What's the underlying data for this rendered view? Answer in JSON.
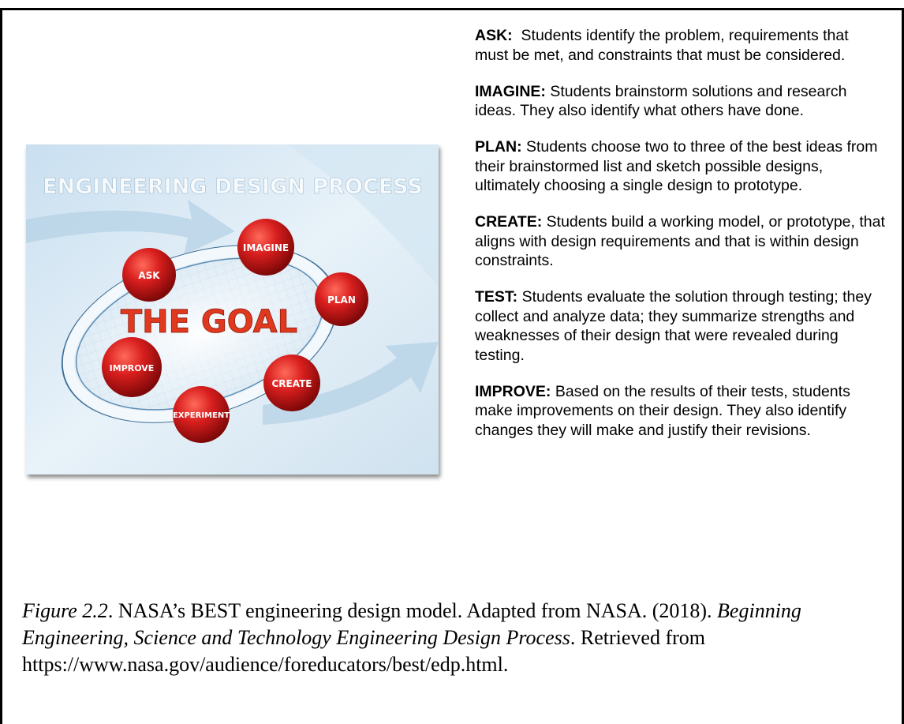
{
  "figure_image": {
    "title": "ENGINEERING DESIGN PROCESS",
    "center_label": "THE GOAL",
    "nodes": [
      "ASK",
      "IMAGINE",
      "PLAN",
      "CREATE",
      "EXPERIMENT",
      "IMPROVE"
    ],
    "colors": {
      "background": "#dbeaf4",
      "node_red": "#cc1a1a",
      "title_text": "#f4f8fb",
      "goal_text": "#e0391f"
    }
  },
  "steps": [
    {
      "term": "ASK:",
      "text": "Students identify the problem, requirements that must be met, and constraints that must be considered."
    },
    {
      "term": "IMAGINE:",
      "text": "Students brainstorm solutions and research ideas.  They also identify what others have done."
    },
    {
      "term": "PLAN:",
      "text": "Students choose two to three of the best ideas from their brainstormed list and sketch possible designs, ultimately choosing a single design to prototype."
    },
    {
      "term": "CREATE:",
      "text": "Students build a working model, or prototype, that aligns with design requirements and that is within design constraints."
    },
    {
      "term": "TEST:",
      "text": "Students evaluate the solution through testing; they collect and analyze data; they summarize strengths and weaknesses of their design that were revealed during testing."
    },
    {
      "term": "IMPROVE:",
      "text": "Based on the results of their tests, students make improvements on their design. They also identify changes they will make and justify their revisions."
    }
  ],
  "caption": {
    "figure_label": "Figure 2.2",
    "text1": ". NASA’s BEST engineering design model. Adapted from NASA. (2018). ",
    "source_title": "Beginning Engineering, Science and Technology Engineering Design Process",
    "text2": ". Retrieved from https://www.nasa.gov/audience/foreducators/best/edp.html."
  }
}
